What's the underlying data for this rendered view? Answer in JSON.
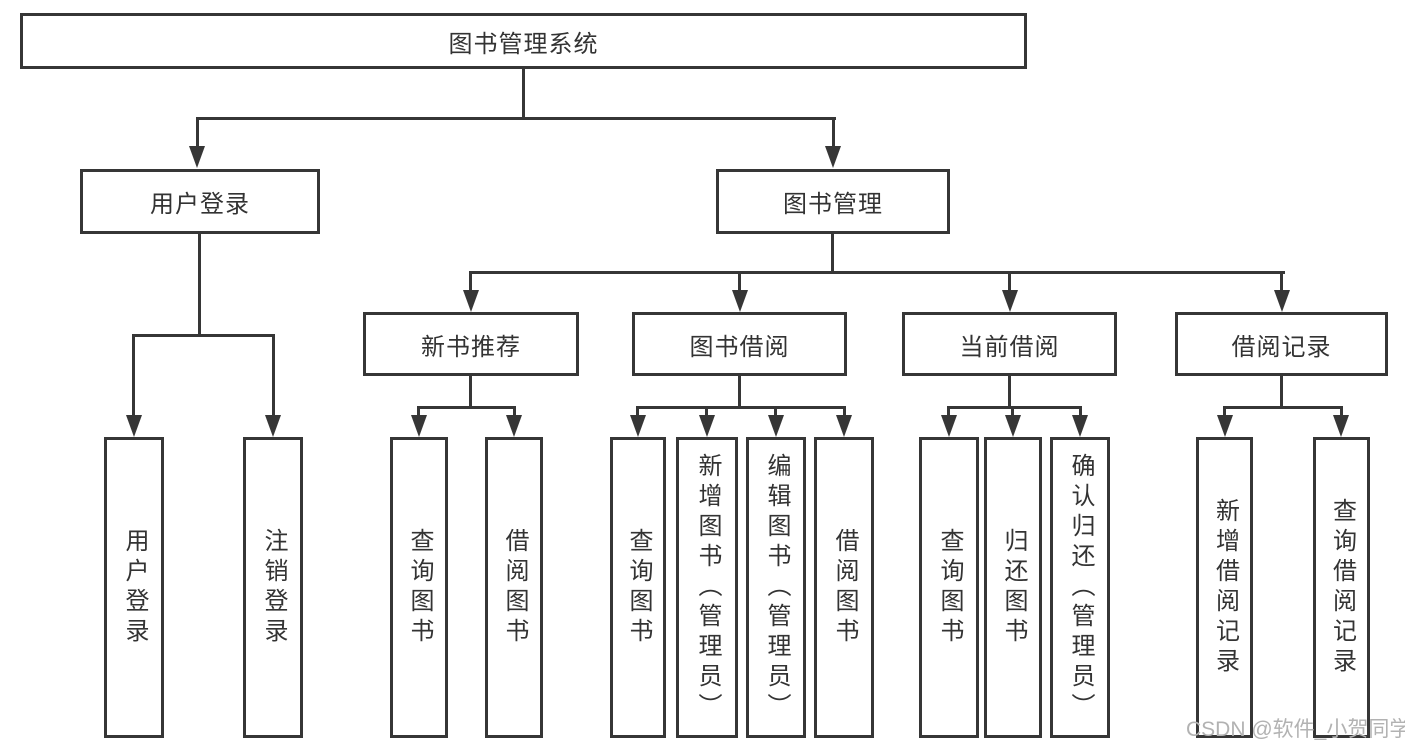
{
  "diagram": {
    "type": "hierarchy",
    "title": "图书管理系统",
    "tree": {
      "root": "图书管理系统",
      "children": [
        {
          "label": "用户登录",
          "children": [
            "用户登录",
            "注销登录"
          ]
        },
        {
          "label": "图书管理",
          "children": [
            {
              "label": "新书推荐",
              "children": [
                "查询图书",
                "借阅图书"
              ]
            },
            {
              "label": "图书借阅",
              "children": [
                "查询图书",
                "新增图书（管理员）",
                "编辑图书（管理员）",
                "借阅图书"
              ]
            },
            {
              "label": "当前借阅",
              "children": [
                "查询图书",
                "归还图书",
                "确认归还（管理员）"
              ]
            },
            {
              "label": "借阅记录",
              "children": [
                "新增借阅记录",
                "查询借阅记录"
              ]
            }
          ]
        }
      ]
    }
  },
  "nodes": {
    "root": "图书管理系统",
    "user_login": "用户登录",
    "book_mgmt": "图书管理",
    "new_book_rec": "新书推荐",
    "book_borrow": "图书借阅",
    "current_borrow": "当前借阅",
    "borrow_record": "借阅记录",
    "ul_user_login": "用户登录",
    "ul_logout": "注销登录",
    "nb_query_book": "查询图书",
    "nb_borrow_book": "借阅图书",
    "bb_query_book": "查询图书",
    "bb_add_book": "新增图书（管理员）",
    "bb_edit_book": "编辑图书（管理员）",
    "bb_borrow_book": "借阅图书",
    "cb_query_book": "查询图书",
    "cb_return_book": "归还图书",
    "cb_confirm_return": "确认归还（管理员）",
    "br_add_record": "新增借阅记录",
    "br_query_record": "查询借阅记录"
  },
  "watermark": "CSDN @软件_小贺同学",
  "colors": {
    "line": "#363636",
    "text": "#333333",
    "background": "#ffffff",
    "watermark": "#b2b2b2"
  }
}
